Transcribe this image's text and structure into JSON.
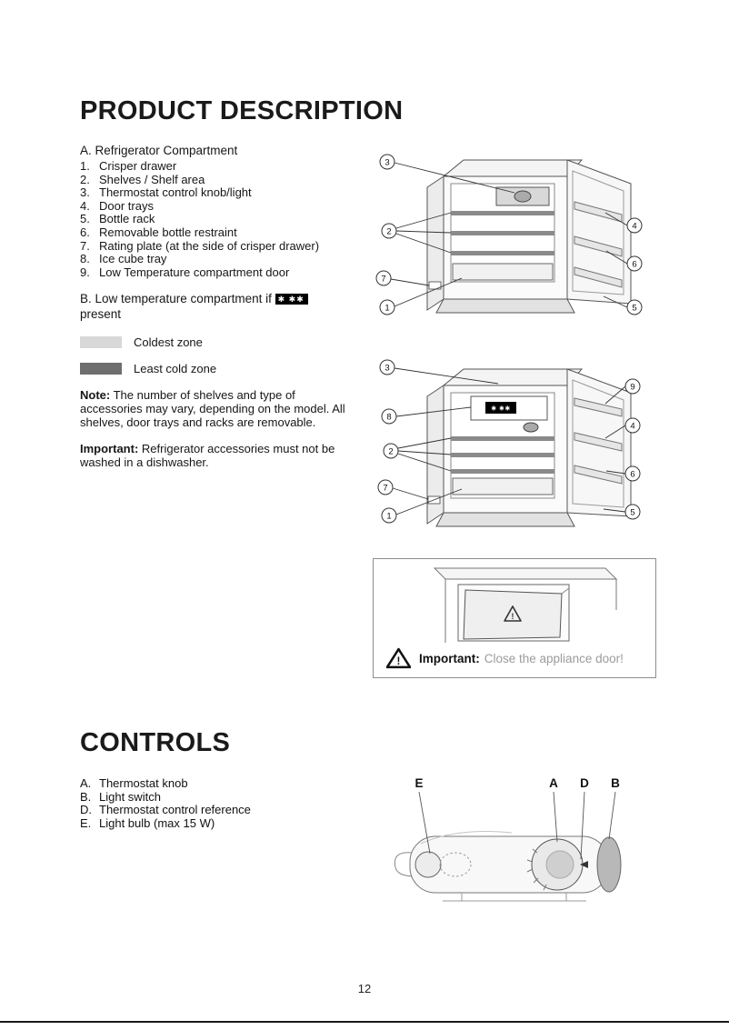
{
  "page": {
    "number": "12"
  },
  "colors": {
    "coldest_zone": "#d8d8d8",
    "least_cold_zone": "#6e6e6e",
    "text": "#111111",
    "warning_text_gray": "#9b9b9b"
  },
  "product_description": {
    "title": "PRODUCT DESCRIPTION",
    "section_a": {
      "title": "A. Refrigerator Compartment"
    },
    "items": [
      {
        "num": "1.",
        "label": "Crisper drawer"
      },
      {
        "num": "2.",
        "label": "Shelves / Shelf area"
      },
      {
        "num": "3.",
        "label": "Thermostat control knob/light"
      },
      {
        "num": "4.",
        "label": "Door trays"
      },
      {
        "num": "5.",
        "label": "Bottle rack"
      },
      {
        "num": "6.",
        "label": "Removable bottle restraint"
      },
      {
        "num": "7.",
        "label": "Rating plate (at the side of crisper drawer)"
      },
      {
        "num": "8.",
        "label": "Ice cube tray"
      },
      {
        "num": "9.",
        "label": "Low Temperature compartment door"
      }
    ],
    "section_b": {
      "prefix": "B. Low temperature compartment if",
      "badge": "✱ ✱✱",
      "suffix": "present"
    },
    "legend": [
      {
        "label": "Coldest zone"
      },
      {
        "label": "Least cold zone"
      }
    ],
    "note": {
      "label": "Note:",
      "text": "The number of shelves and type of accessories may vary, depending on the model. All shelves, door trays and racks are removable."
    },
    "important": {
      "label": "Important:",
      "text": "Refrigerator accessories must not be washed in a dishwasher."
    }
  },
  "figures": {
    "fig1": {
      "callouts": [
        "3",
        "2",
        "7",
        "1",
        "4",
        "6",
        "5"
      ]
    },
    "fig2": {
      "callouts": [
        "3",
        "9",
        "8",
        "2",
        "7",
        "1",
        "4",
        "6",
        "5"
      ],
      "badge": "✱ ✱✱"
    },
    "fig3": {
      "label": "Important:",
      "text": "Close the appliance door!"
    }
  },
  "controls": {
    "title": "CONTROLS",
    "items": [
      {
        "num": "A.",
        "label": "Thermostat knob"
      },
      {
        "num": "B.",
        "label": "Light switch"
      },
      {
        "num": "D.",
        "label": "Thermostat control reference"
      },
      {
        "num": "E.",
        "label": "Light bulb (max 15 W)"
      }
    ],
    "labels": {
      "e": "E",
      "a": "A",
      "d": "D",
      "b": "B"
    }
  }
}
